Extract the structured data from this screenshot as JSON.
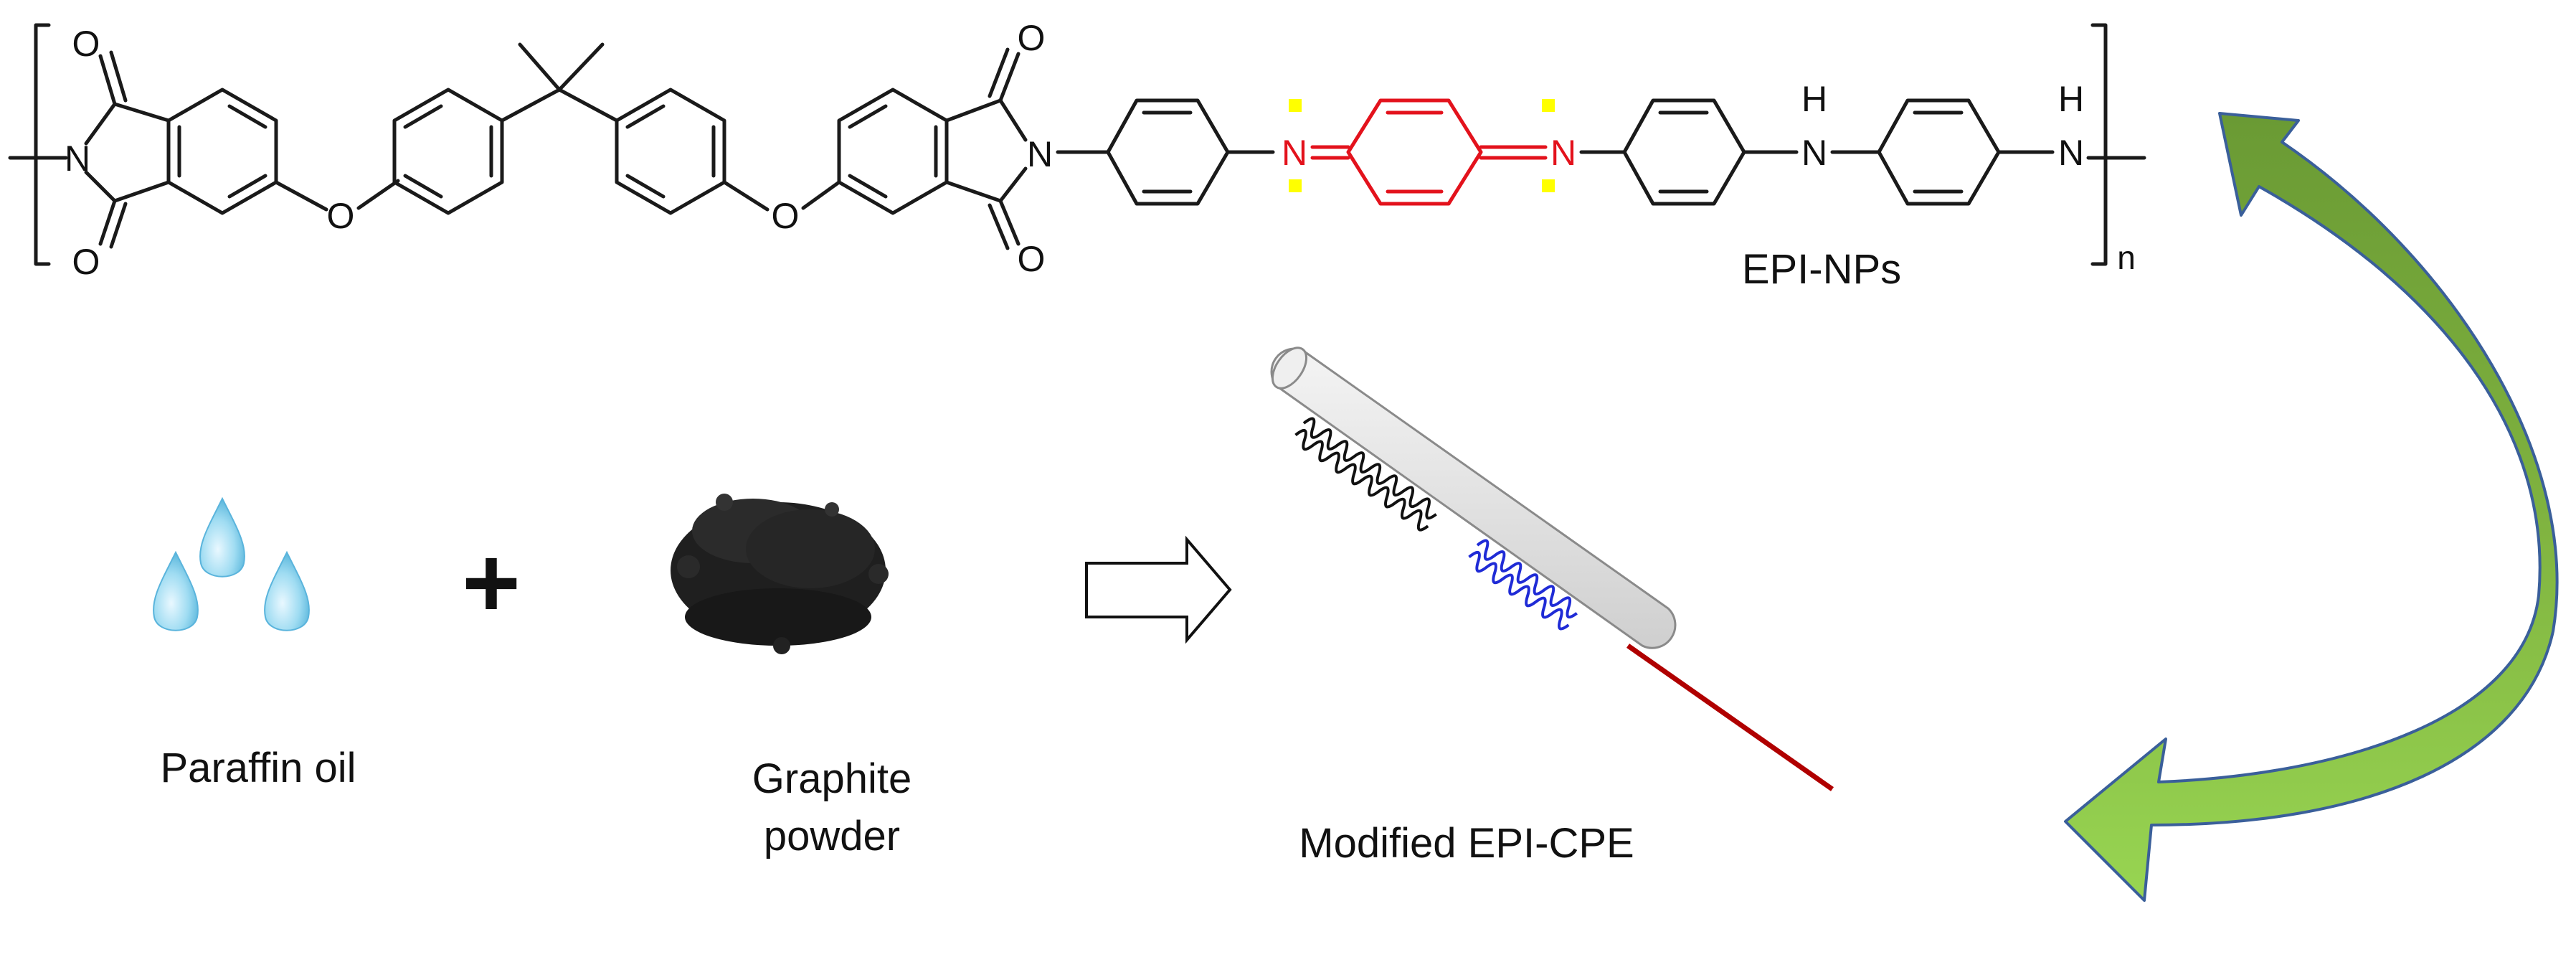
{
  "molecule": {
    "name_label": "EPI-NPs",
    "repeat_subscript": "n",
    "atoms": {
      "o1": "O",
      "n1": "N",
      "o2": "O",
      "o_ether1": "O",
      "o_ether2": "O",
      "o3": "O",
      "n2": "N",
      "o4": "O",
      "n_imine1": "N",
      "n_imine2": "N",
      "n_amine1": "N",
      "h_amine1": "H",
      "n_amine2": "N",
      "h_amine2": "H"
    }
  },
  "ingredients": {
    "oil_label": "Paraffin oil",
    "plus_sign": "+",
    "graphite_label_line1": "Graphite",
    "graphite_label_line2": "powder"
  },
  "electrode": {
    "label": "Modified EPI-CPE"
  },
  "colors": {
    "quinoid_ring": "#e3121c",
    "lone_pair_dots": "#ffff00",
    "droplet": "#7ec8e6",
    "graphite": "#1f1f1f",
    "coil_graphite": "#111111",
    "coil_modified": "#1f2bd6",
    "electrode_wire": "#b00000",
    "curved_arrow_dark": "#6e9a3a",
    "curved_arrow_light": "#93d150",
    "curved_arrow_outline": "#3a5f9a"
  },
  "icons": [
    "droplet-icon",
    "graphite-pile-icon",
    "hollow-arrow-icon",
    "electrode-icon",
    "curved-arrow-icon"
  ]
}
